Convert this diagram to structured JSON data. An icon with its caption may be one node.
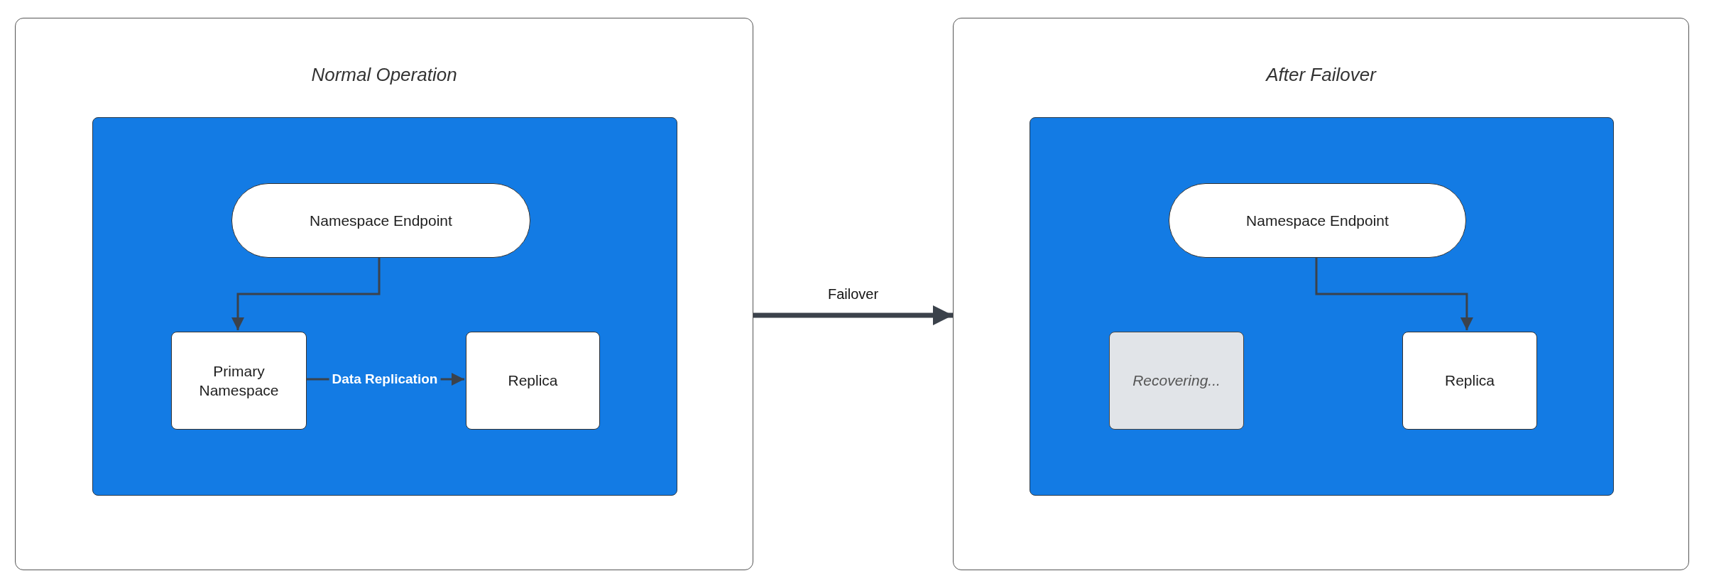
{
  "diagram": {
    "nodes": [
      {
        "text": [
          "Normal Operation"
        ]
      },
      {
        "text": [],
        "shape": "box",
        "in": 0
      },
      {
        "text": [
          "Namespace Endpoint"
        ],
        "in": 1
      },
      {
        "text": [
          "Primary Namespace"
        ],
        "in": 1
      },
      {
        "text": [
          "Replica"
        ],
        "in": 1
      },
      {
        "text": [
          "After Failover"
        ]
      },
      {
        "text": [],
        "shape": "box",
        "in": 5
      },
      {
        "text": [
          "Namespace Endpoint"
        ],
        "in": 6
      },
      {
        "text": [
          "Recovering..."
        ],
        "in": 6
      },
      {
        "text": [
          "Replica"
        ],
        "in": 6
      }
    ],
    "edges": [
      {
        "from": 0,
        "to": 5,
        "arrow": "to",
        "label": "Failover",
        "style": "thick"
      },
      {
        "from": 2,
        "to": 3,
        "arrow": "to"
      },
      {
        "from": 3,
        "to": 4,
        "arrow": "to",
        "label": "Data Replication"
      },
      {
        "from": 7,
        "to": 9,
        "arrow": "to"
      }
    ]
  }
}
